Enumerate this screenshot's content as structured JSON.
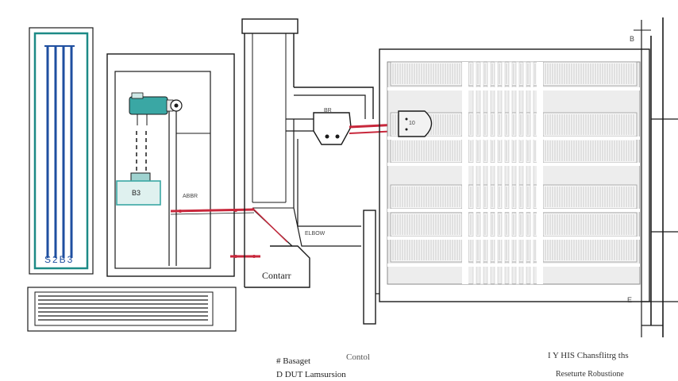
{
  "labels": {
    "panel_code": "S2B3",
    "sensor_readout": "B3",
    "pipe_tag": "ABBR",
    "valve_tag": "BR",
    "separator_tag": "10",
    "line_tag": "ELBOW",
    "controller": "Contarr",
    "outlet_mark_top": "B",
    "outlet_mark_bottom": "E"
  },
  "legend": {
    "left_line1": "# Basaget",
    "left_line2": "D DUT Lamsursion",
    "center": "Contol",
    "right_line1": "I Y HIS Chansflitrg ths",
    "right_line2": "Reseturte Robustione"
  },
  "colors": {
    "line": "#1a1a1a",
    "pipe": "#c8283c",
    "coil": "#1f4fa0",
    "coil_frame": "#1d8a86",
    "tank": "#3aa7a4",
    "tank_fill": "#dff1ef",
    "grille": "#9a9a9a"
  }
}
